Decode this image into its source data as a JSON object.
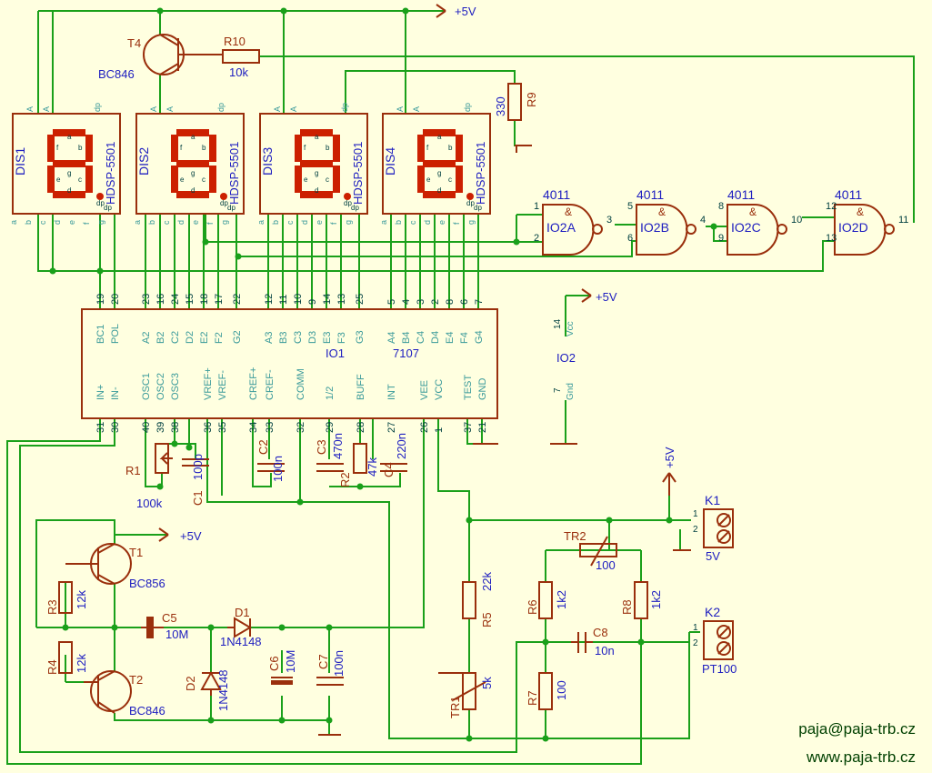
{
  "supply": {
    "plus5v": "+5V"
  },
  "displays": [
    {
      "ref": "DIS1",
      "part": "HDSP-5501"
    },
    {
      "ref": "DIS2",
      "part": "HDSP-5501"
    },
    {
      "ref": "DIS3",
      "part": "HDSP-5501"
    },
    {
      "ref": "DIS4",
      "part": "HDSP-5501"
    }
  ],
  "display_pins": {
    "top": [
      "A",
      "A",
      "dp"
    ],
    "bottom": [
      "a",
      "b",
      "c",
      "d",
      "e",
      "f",
      "g"
    ],
    "segments": [
      "a",
      "f",
      "b",
      "g",
      "e",
      "c",
      "d",
      "dp"
    ]
  },
  "gates": [
    {
      "type": "4011",
      "ref": "IO2A",
      "in1": "1",
      "in2": "2",
      "out": "3",
      "sym": "&"
    },
    {
      "type": "4011",
      "ref": "IO2B",
      "in1": "5",
      "in2": "6",
      "out": "4",
      "sym": "&"
    },
    {
      "type": "4011",
      "ref": "IO2C",
      "in1": "8",
      "in2": "9",
      "out": "10",
      "sym": "&"
    },
    {
      "type": "4011",
      "ref": "IO2D",
      "in1": "12",
      "in2": "13",
      "out": "11",
      "sym": "&"
    }
  ],
  "ic1": {
    "ref": "IO1",
    "part": "7107",
    "top_pins": [
      {
        "num": "19",
        "name": "BC1"
      },
      {
        "num": "20",
        "name": "POL"
      },
      {
        "num": "23",
        "name": "A2"
      },
      {
        "num": "16",
        "name": "B2"
      },
      {
        "num": "24",
        "name": "C2"
      },
      {
        "num": "15",
        "name": "D2"
      },
      {
        "num": "18",
        "name": "E2"
      },
      {
        "num": "17",
        "name": "F2"
      },
      {
        "num": "22",
        "name": "G2"
      },
      {
        "num": "12",
        "name": "A3"
      },
      {
        "num": "11",
        "name": "B3"
      },
      {
        "num": "10",
        "name": "C3"
      },
      {
        "num": "9",
        "name": "D3"
      },
      {
        "num": "14",
        "name": "E3"
      },
      {
        "num": "13",
        "name": "F3"
      },
      {
        "num": "25",
        "name": "G3"
      },
      {
        "num": "5",
        "name": "A4"
      },
      {
        "num": "4",
        "name": "B4"
      },
      {
        "num": "3",
        "name": "C4"
      },
      {
        "num": "2",
        "name": "D4"
      },
      {
        "num": "8",
        "name": "E4"
      },
      {
        "num": "6",
        "name": "F4"
      },
      {
        "num": "7",
        "name": "G4"
      }
    ],
    "bottom_pins": [
      {
        "num": "31",
        "name": "IN+"
      },
      {
        "num": "30",
        "name": "IN-"
      },
      {
        "num": "40",
        "name": "OSC1"
      },
      {
        "num": "39",
        "name": "OSC2"
      },
      {
        "num": "38",
        "name": "OSC3"
      },
      {
        "num": "36",
        "name": "VREF+"
      },
      {
        "num": "35",
        "name": "VREF-"
      },
      {
        "num": "34",
        "name": "CREF+"
      },
      {
        "num": "33",
        "name": "CREF-"
      },
      {
        "num": "32",
        "name": "COMM"
      },
      {
        "num": "29",
        "name": "1/2"
      },
      {
        "num": "28",
        "name": "BUFF"
      },
      {
        "num": "27",
        "name": "INT"
      },
      {
        "num": "26",
        "name": "VEE"
      },
      {
        "num": "1",
        "name": "VCC"
      },
      {
        "num": "37",
        "name": "TEST"
      },
      {
        "num": "21",
        "name": "GND"
      }
    ]
  },
  "io2_power": {
    "ref": "IO2",
    "vcc_pin": "14",
    "vcc_name": "Vcc",
    "gnd_pin": "7",
    "gnd_name": "Gnd"
  },
  "transistors": [
    {
      "ref": "T4",
      "part": "BC846"
    },
    {
      "ref": "T1",
      "part": "BC856"
    },
    {
      "ref": "T2",
      "part": "BC846"
    }
  ],
  "resistors": [
    {
      "ref": "R10",
      "value": "10k"
    },
    {
      "ref": "R9",
      "value": "330"
    },
    {
      "ref": "R1",
      "value": "100k"
    },
    {
      "ref": "R2",
      "value": "47k"
    },
    {
      "ref": "R3",
      "value": "12k"
    },
    {
      "ref": "R4",
      "value": "12k"
    },
    {
      "ref": "R5",
      "value": "22k"
    },
    {
      "ref": "R6",
      "value": "1k2"
    },
    {
      "ref": "R7",
      "value": "100"
    },
    {
      "ref": "R8",
      "value": "1k2"
    }
  ],
  "trimmers": [
    {
      "ref": "TR1",
      "value": "5k"
    },
    {
      "ref": "TR2",
      "value": "100"
    }
  ],
  "capacitors": [
    {
      "ref": "C1",
      "value": "100p"
    },
    {
      "ref": "C2",
      "value": "100n"
    },
    {
      "ref": "C3",
      "value": "470n"
    },
    {
      "ref": "C4",
      "value": "220n"
    },
    {
      "ref": "C5",
      "value": "10M"
    },
    {
      "ref": "C6",
      "value": "10M"
    },
    {
      "ref": "C7",
      "value": "100n"
    },
    {
      "ref": "C8",
      "value": "10n"
    }
  ],
  "diodes": [
    {
      "ref": "D1",
      "part": "1N4148"
    },
    {
      "ref": "D2",
      "part": "1N4148"
    }
  ],
  "connectors": [
    {
      "ref": "K1",
      "pin1": "1",
      "pin2": "2",
      "label": "5V"
    },
    {
      "ref": "K2",
      "pin1": "1",
      "pin2": "2",
      "label": "PT100"
    }
  ],
  "footer": {
    "email": "paja@paja-trb.cz",
    "web": "www.paja-trb.cz"
  },
  "colors": {
    "wire": "#1aa01a",
    "part": "#9a2f0c",
    "segment": "#cc2000",
    "label": "#2020c0",
    "pin_text": "#3a9a9a",
    "background": "#ffffe0"
  }
}
